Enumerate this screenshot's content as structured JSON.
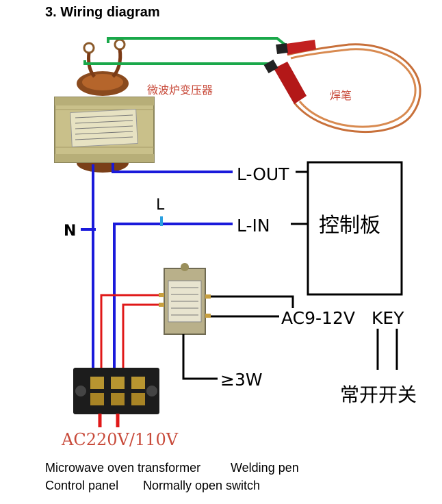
{
  "title": "3.  Wiring diagram",
  "labels": {
    "microwave_transformer_cn": "微波炉变压器",
    "welding_pen_cn": "焊笔",
    "l_out": "L-OUT",
    "l_in": "L-IN",
    "l_marker": "L",
    "n_marker": "N",
    "control_board_cn": "控制板",
    "ac_small": "AC9-12V",
    "key": "KEY",
    "power_rating": "≥3W",
    "normally_open_cn": "常开开关",
    "mains": "AC220V/110V"
  },
  "captions": {
    "line1_a": "Microwave oven transformer",
    "line1_b": "Welding pen",
    "line2_a": "Control panel",
    "line2_b": "Normally open switch"
  },
  "colors": {
    "live_wire": "#1a1adb",
    "green_wire": "#1aa84a",
    "red_wire": "#e01818",
    "black_wire": "#000000",
    "copper_cable": "#c8703a"
  }
}
